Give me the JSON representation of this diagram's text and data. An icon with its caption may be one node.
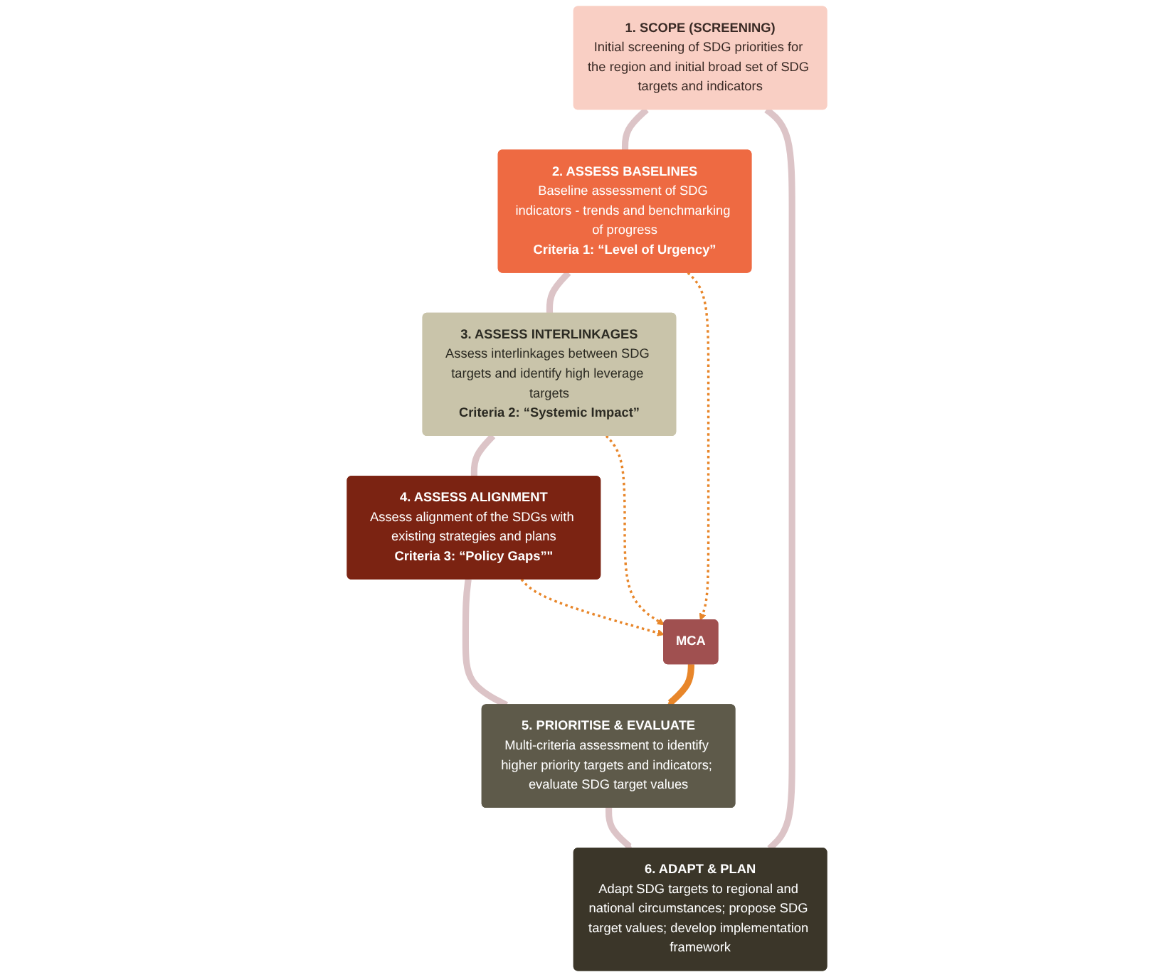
{
  "diagram": {
    "nodes": [
      {
        "text": [
          "1. SCOPE (SCREENING)",
          "Initial screening of SDG priorities for the region and initial broad set of SDG targets and indicators"
        ]
      },
      {
        "text": [
          "2. ASSESS BASELINES",
          "Baseline assessment of SDG indicators - trends and benchmarking of progress",
          "Criteria 1: “Level of Urgency”"
        ]
      },
      {
        "text": [
          "3. ASSESS INTERLINKAGES",
          "Assess interlinkages between SDG targets and identify high leverage targets",
          "Criteria 2: “Systemic Impact”"
        ]
      },
      {
        "text": [
          "4. ASSESS ALIGNMENT",
          "Assess alignment of the SDGs with existing strategies and plans",
          "Criteria 3: “Policy Gaps”\""
        ]
      },
      {
        "text": [
          "5. PRIORITISE & EVALUATE",
          "Multi-criteria assessment to identify higher priority targets and indicators; evaluate SDG target values"
        ]
      },
      {
        "text": [
          "6. ADAPT & PLAN",
          "Adapt SDG targets to regional and national circumstances; propose SDG target values; develop implementation framework"
        ]
      },
      {
        "text": [
          "MCA"
        ]
      }
    ],
    "edges": [
      {
        "from": 0,
        "to": 1,
        "arrow": "none",
        "color": "#dcc4c7"
      },
      {
        "from": 1,
        "to": 2,
        "arrow": "none",
        "color": "#dcc4c7"
      },
      {
        "from": 2,
        "to": 3,
        "arrow": "none",
        "color": "#dcc4c7"
      },
      {
        "from": 3,
        "to": 4,
        "arrow": "none",
        "color": "#dcc4c7"
      },
      {
        "from": 4,
        "to": 5,
        "arrow": "to",
        "color": "#dcc4c7"
      },
      {
        "from": 5,
        "to": 0,
        "arrow": "none",
        "color": "#dcc4c7"
      },
      {
        "from": 1,
        "to": 6,
        "arrow": "to",
        "style": "dashed",
        "color": "#e8862a"
      },
      {
        "from": 2,
        "to": 6,
        "arrow": "to",
        "style": "dashed",
        "color": "#e8862a"
      },
      {
        "from": 3,
        "to": 6,
        "arrow": "to",
        "style": "dashed",
        "color": "#e8862a"
      },
      {
        "from": 6,
        "to": 4,
        "arrow": "to",
        "color": "#e8862a"
      }
    ]
  }
}
